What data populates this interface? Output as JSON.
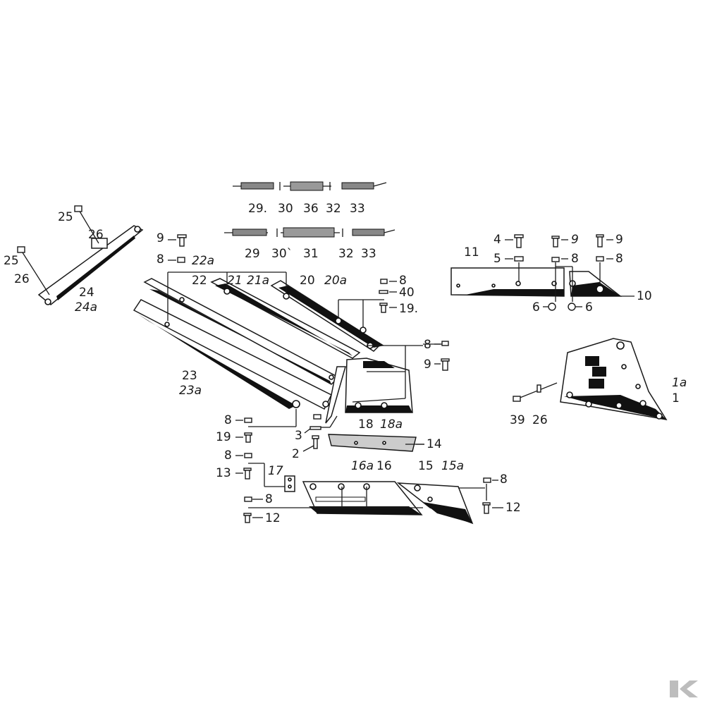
{
  "labels": {
    "l29a": "29.",
    "l30a": "30",
    "l36": "36",
    "l32a": "32",
    "l33a": "33",
    "l29b": "29",
    "l30b": "30`",
    "l31": "31",
    "l32b": "32",
    "l33b": "33",
    "l25a": "25",
    "l26a": "26",
    "l25b": "25",
    "l26b": "26",
    "l24": "24",
    "l24a": "24a",
    "l9a": "9",
    "l8a": "8",
    "l22a": "22a",
    "l22": "22",
    "l21": "21",
    "l21a": "21a",
    "l20": "20",
    "l20a": "20a",
    "l8b": "8",
    "l40": "40",
    "l19a": "19.",
    "l23": "23",
    "l23a": "23a",
    "l8c": "8",
    "l9b": "9",
    "l4": "4",
    "l9c": "9",
    "l9d": "9",
    "l11": "11",
    "l5": "5",
    "l8d": "8",
    "l8e": "8",
    "l10": "10",
    "l6a": "6",
    "l6b": "6",
    "l1a": "1a",
    "l1": "1",
    "l39": "39",
    "l26c": "26",
    "l8f": "8",
    "l19b": "19",
    "l18": "18",
    "l18a": "18a",
    "l3": "3",
    "l2": "2",
    "l14": "14",
    "l8g": "8",
    "l13": "13",
    "l17": "17",
    "l16a": "16a",
    "l16": "16",
    "l15": "15",
    "l15a": "15a",
    "l8h": "8",
    "l8i": "8",
    "l12a": "12",
    "l12b": "12"
  }
}
